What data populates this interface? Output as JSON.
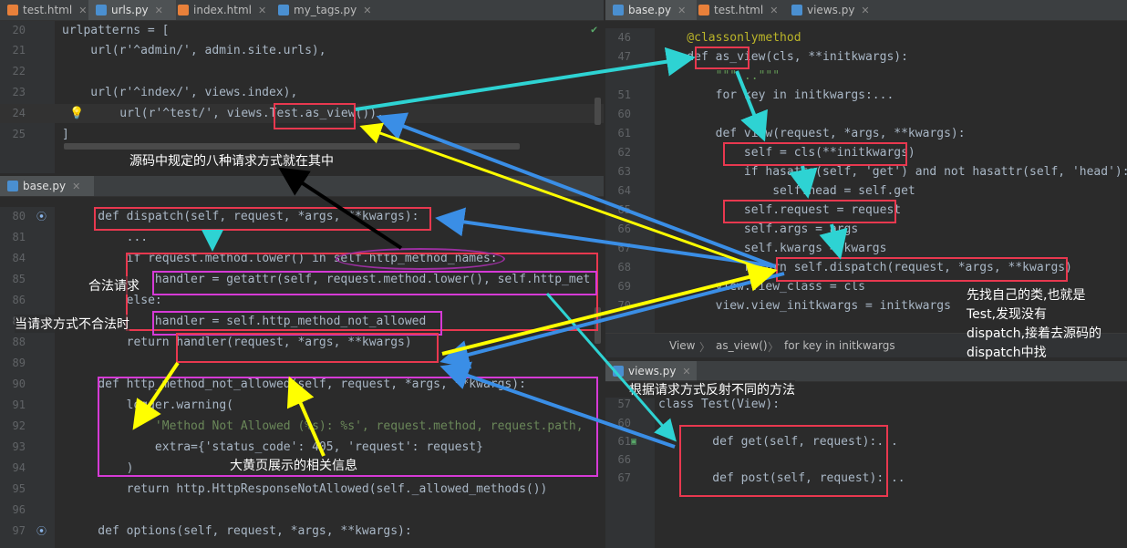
{
  "tabs": {
    "top_left": [
      {
        "label": "test.html",
        "icon": "html-file-icon",
        "active": false
      },
      {
        "label": "urls.py",
        "icon": "python-file-icon",
        "active": true
      },
      {
        "label": "index.html",
        "icon": "html-file-icon",
        "active": false
      },
      {
        "label": "my_tags.py",
        "icon": "python-file-icon",
        "active": false
      }
    ],
    "bottom_left": [
      {
        "label": "base.py",
        "icon": "python-file-icon",
        "active": true
      }
    ],
    "top_right": [
      {
        "label": "base.py",
        "icon": "python-file-icon",
        "active": true
      },
      {
        "label": "test.html",
        "icon": "html-file-icon",
        "active": false
      },
      {
        "label": "views.py",
        "icon": "python-file-icon",
        "active": false
      }
    ],
    "bottom_right": [
      {
        "label": "views.py",
        "icon": "python-file-icon",
        "active": true
      }
    ]
  },
  "urls_code": [
    {
      "n": "20",
      "t": "urlpatterns = ["
    },
    {
      "n": "21",
      "t": "    url(r'^admin/', admin.site.urls),"
    },
    {
      "n": "22",
      "t": ""
    },
    {
      "n": "23",
      "t": "    url(r'^index/', views.index),"
    },
    {
      "n": "24",
      "t": "    url(r'^test/', views.Test.as_view()),"
    },
    {
      "n": "25",
      "t": "]"
    }
  ],
  "base_left_code": [
    {
      "n": "80",
      "t": "    def dispatch(self, request, *args, **kwargs):"
    },
    {
      "n": "81",
      "t": "        ..."
    },
    {
      "n": "84",
      "t": "        if request.method.lower() in self.http_method_names:"
    },
    {
      "n": "85",
      "t": "            handler = getattr(self, request.method.lower(), self.http_met"
    },
    {
      "n": "86",
      "t": "        else:"
    },
    {
      "n": "87",
      "t": "            handler = self.http_method_not_allowed"
    },
    {
      "n": "88",
      "t": "        return handler(request, *args, **kwargs)"
    },
    {
      "n": "89",
      "t": ""
    },
    {
      "n": "90",
      "t": "    def http_method_not_allowed(self, request, *args, **kwargs):"
    },
    {
      "n": "91",
      "t": "        logger.warning("
    },
    {
      "n": "92",
      "t": "            'Method Not Allowed (%s): %s', request.method, request.path,"
    },
    {
      "n": "93",
      "t": "            extra={'status_code': 405, 'request': request}"
    },
    {
      "n": "94",
      "t": "        )"
    },
    {
      "n": "95",
      "t": "        return http.HttpResponseNotAllowed(self._allowed_methods())"
    },
    {
      "n": "96",
      "t": ""
    },
    {
      "n": "97",
      "t": "    def options(self, request, *args, **kwargs):"
    }
  ],
  "base_right_code": [
    {
      "n": "46",
      "t": "    @classonlymethod"
    },
    {
      "n": "47",
      "t": "    def as_view(cls, **initkwargs):"
    },
    {
      "n": "",
      "t": "        \"\"\"...\"\"\""
    },
    {
      "n": "51",
      "t": "        for key in initkwargs:..."
    },
    {
      "n": "60",
      "t": ""
    },
    {
      "n": "61",
      "t": "        def view(request, *args, **kwargs):"
    },
    {
      "n": "62",
      "t": "            self = cls(**initkwargs)"
    },
    {
      "n": "63",
      "t": "            if hasattr(self, 'get') and not hasattr(self, 'head'):"
    },
    {
      "n": "64",
      "t": "                self.head = self.get"
    },
    {
      "n": "65",
      "t": "            self.request = request"
    },
    {
      "n": "66",
      "t": "            self.args = args"
    },
    {
      "n": "67",
      "t": "            self.kwargs = kwargs"
    },
    {
      "n": "68",
      "t": "            return self.dispatch(request, *args, **kwargs)"
    },
    {
      "n": "69",
      "t": "        view.view_class = cls"
    },
    {
      "n": "70",
      "t": "        view.view_initkwargs = initkwargs"
    }
  ],
  "breadcrumb": {
    "items": [
      "View",
      "as_view()",
      "for key in initkwargs"
    ],
    "sep": "〉"
  },
  "views_code": [
    {
      "n": "57",
      "t": "class Test(View):"
    },
    {
      "n": "60",
      "t": ""
    },
    {
      "n": "61",
      "t": "    def get(self, request):..."
    },
    {
      "n": "66",
      "t": ""
    },
    {
      "n": "67",
      "t": "    def post(self, request):..."
    }
  ],
  "annotations": {
    "eight_methods": "源码中规定的八种请求方式就在其中",
    "legal_request": "合法请求",
    "illegal_request": "当请求方式不合法时",
    "reflect_methods": "根据请求方式反射不同的方法",
    "yellow_page": "大黄页展示的相关信息",
    "find_class": [
      "先找自己的类,也就是",
      "Test,发现没有",
      "dispatch,接着去源码的",
      "dispatch中找"
    ]
  },
  "colors": {
    "red": "#e8384f",
    "magenta": "#d63ad6",
    "cyan": "#2ed3d3",
    "yellow": "#ffff00",
    "blue": "#3a8ee6",
    "black": "#000000"
  }
}
